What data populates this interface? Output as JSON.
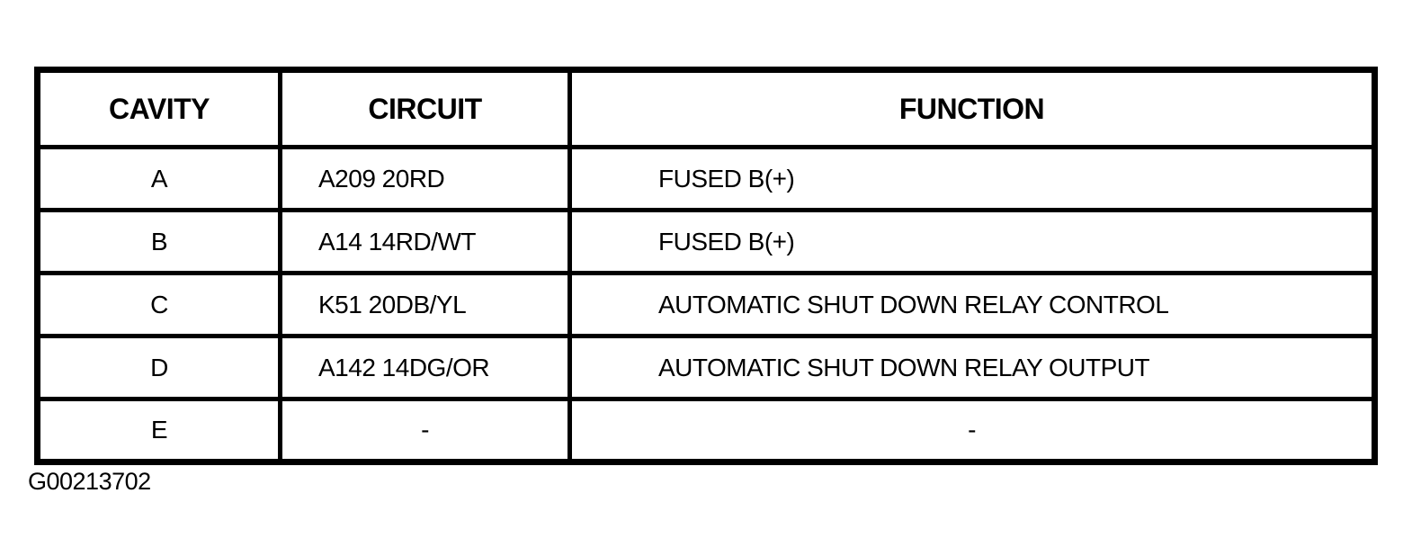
{
  "table": {
    "headers": {
      "cavity": "CAVITY",
      "circuit": "CIRCUIT",
      "function": "FUNCTION"
    },
    "rows": [
      {
        "cavity": "A",
        "circuit": "A209 20RD",
        "function": "FUSED B(+)"
      },
      {
        "cavity": "B",
        "circuit": "A14 14RD/WT",
        "function": "FUSED B(+)"
      },
      {
        "cavity": "C",
        "circuit": "K51 20DB/YL",
        "function": "AUTOMATIC SHUT DOWN RELAY CONTROL"
      },
      {
        "cavity": "D",
        "circuit": "A142 14DG/OR",
        "function": "AUTOMATIC SHUT DOWN RELAY OUTPUT"
      },
      {
        "cavity": "E",
        "circuit": "-",
        "function": "-"
      }
    ]
  },
  "caption": "G00213702",
  "colors": {
    "ink": "#000000",
    "paper": "#ffffff"
  }
}
